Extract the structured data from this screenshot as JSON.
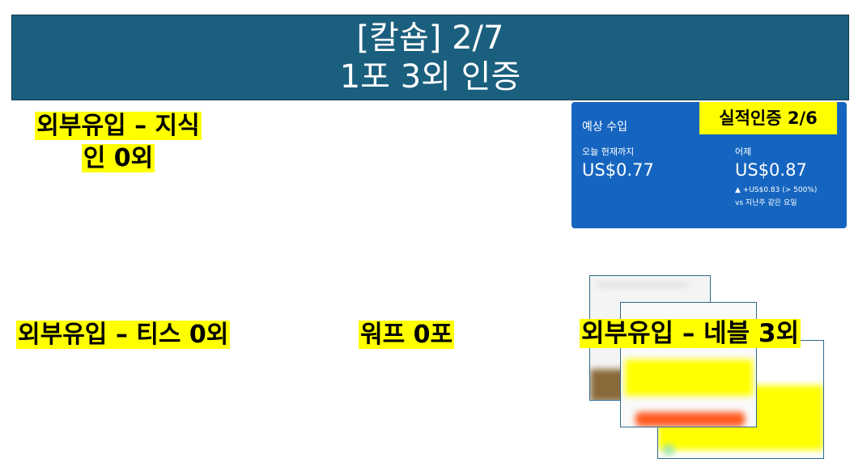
{
  "header": {
    "line1": "[칼숍] 2/7",
    "line2": "1포 3외 인증"
  },
  "labels": {
    "knowledge_line1": "외부유입 – 지식",
    "knowledge_line2": "인 0외",
    "tistory": "외부유입 – 티스 0외",
    "wordpress": "워프 0포",
    "naver_blog": "외부유입 – 네블 3외"
  },
  "revenue_card": {
    "title": "예상 수입",
    "badge": "실적인증 2/6",
    "today_label": "오늘 현재까지",
    "today_value": "US$0.77",
    "yesterday_label": "어제",
    "yesterday_value": "US$0.87",
    "change": "▲ +US$0.83 (> 500%)",
    "compare": "vs 지난주 같은 요일"
  }
}
